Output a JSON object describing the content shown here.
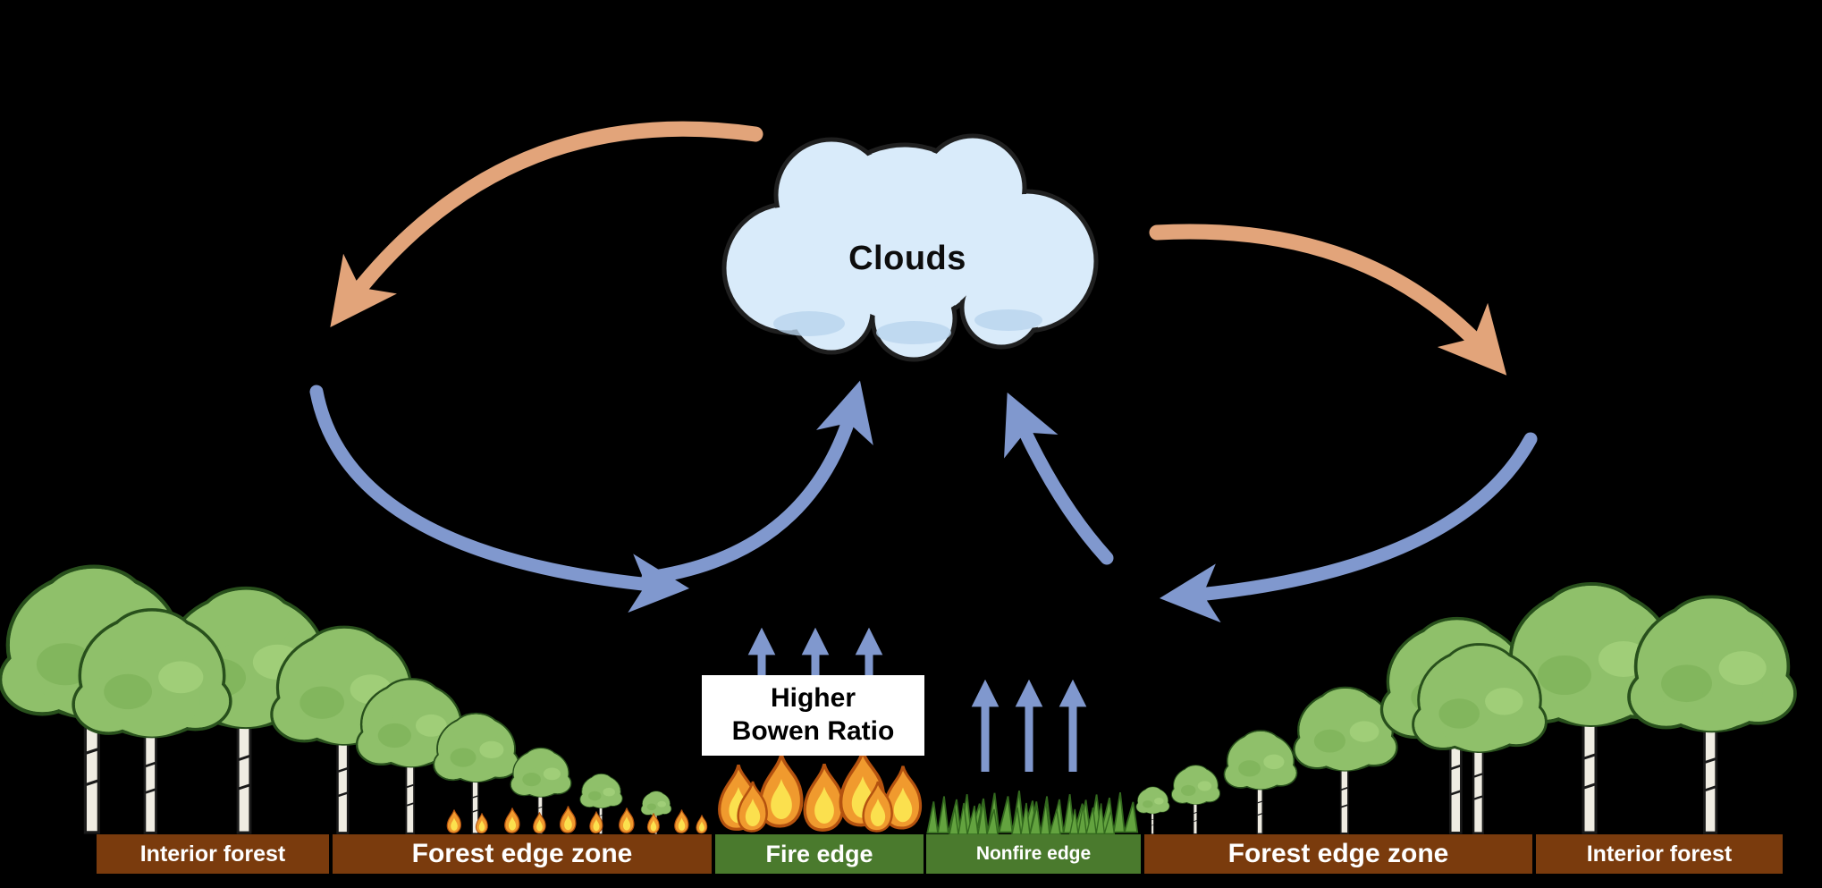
{
  "diagram": {
    "cloud_label": "Clouds",
    "bowen_box": {
      "line1": "Higher",
      "line2": "Bowen Ratio"
    },
    "zones": [
      {
        "id": "interior-forest-left",
        "label": "Interior forest",
        "color": "#7a3b0d"
      },
      {
        "id": "forest-edge-zone-left",
        "label": "Forest edge zone",
        "color": "#7a3b0d"
      },
      {
        "id": "fire-edge",
        "label": "Fire edge",
        "color": "#4a7a2d"
      },
      {
        "id": "nonfire-edge",
        "label": "Nonfire edge",
        "color": "#4a7a2d"
      },
      {
        "id": "forest-edge-zone-right",
        "label": "Forest edge zone",
        "color": "#7a3b0d"
      },
      {
        "id": "interior-forest-right",
        "label": "Interior forest",
        "color": "#7a3b0d"
      }
    ],
    "colors": {
      "background": "#000000",
      "cloud_fill": "#d9ebfa",
      "cloud_outline": "#1f1f1f",
      "arrow_blue": "#8098ce",
      "arrow_orange": "#e2a47a",
      "zone_brown": "#7a3b0d",
      "zone_green": "#4a7a2d",
      "zone_text": "#ffffff",
      "flame_orange": "#f09a2e",
      "flame_yellow": "#fbe04e",
      "foliage_green": "#8fc06a"
    }
  }
}
